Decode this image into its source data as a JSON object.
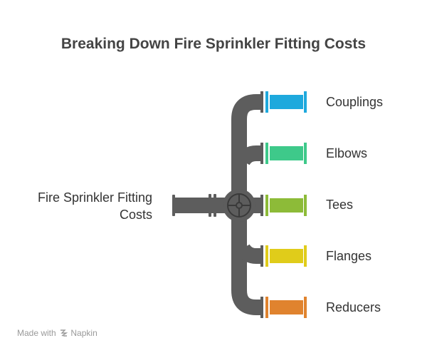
{
  "title": "Breaking Down Fire Sprinkler Fitting Costs",
  "root": {
    "label_line1": "Fire Sprinkler Fitting",
    "label_line2": "Costs"
  },
  "branches": [
    {
      "label": "Couplings",
      "color": "#1ea9dd"
    },
    {
      "label": "Elbows",
      "color": "#3ec98a"
    },
    {
      "label": "Tees",
      "color": "#8dbb38"
    },
    {
      "label": "Flanges",
      "color": "#e0cc1a"
    },
    {
      "label": "Reducers",
      "color": "#e0832e"
    }
  ],
  "footer": {
    "made_with": "Made with",
    "brand": "Napkin"
  },
  "colors": {
    "pipe": "#5d5d5d",
    "pipe_dark": "#555555"
  }
}
